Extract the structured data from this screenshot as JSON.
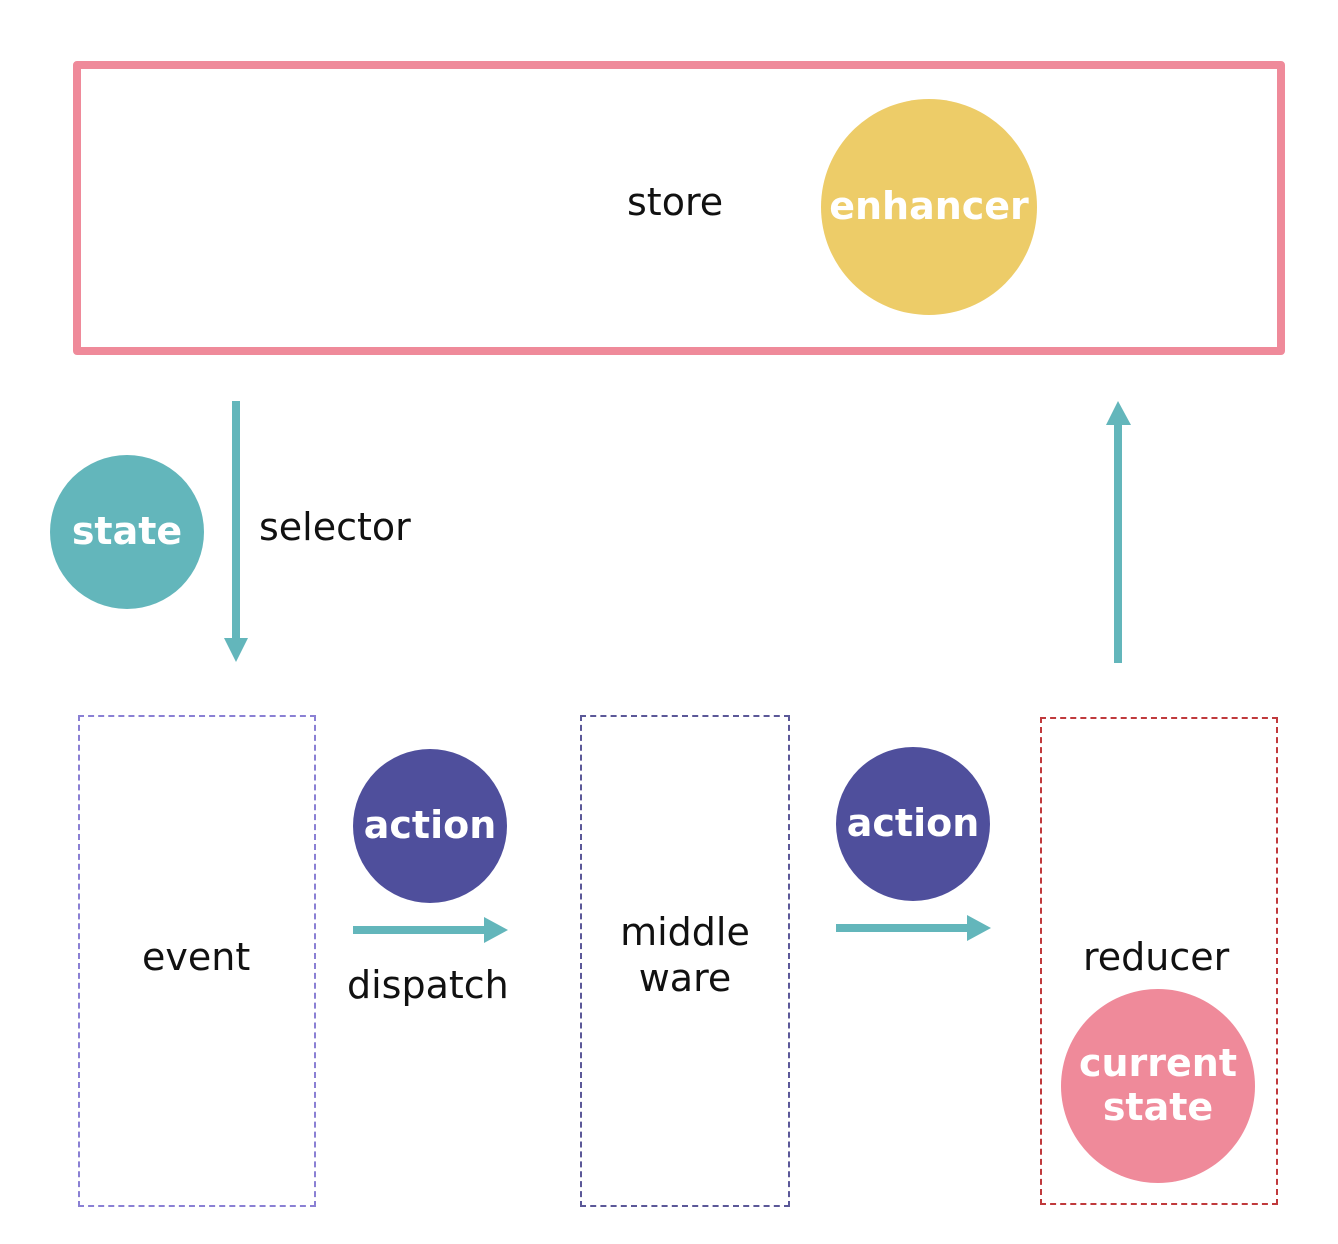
{
  "store": {
    "label": "store",
    "enhancer": "enhancer"
  },
  "state_bubble": "state",
  "selector_label": "selector",
  "event_label": "event",
  "dispatch_label": "dispatch",
  "action_label_1": "action",
  "action_label_2": "action",
  "middleware_label": {
    "line1": "middle",
    "line2": "ware"
  },
  "reducer_label": "reducer",
  "current_state": {
    "line1": "current",
    "line2": "state"
  },
  "colors": {
    "store_border": "#ef8a9a",
    "enhancer": "#edcc68",
    "state": "#63b6bb",
    "action": "#4f4f9c",
    "current_state": "#ef8a9a",
    "arrow": "#63b6bb",
    "event_border": "#8a80d4",
    "middleware_border": "#5b5898",
    "reducer_border": "#c0393c"
  }
}
